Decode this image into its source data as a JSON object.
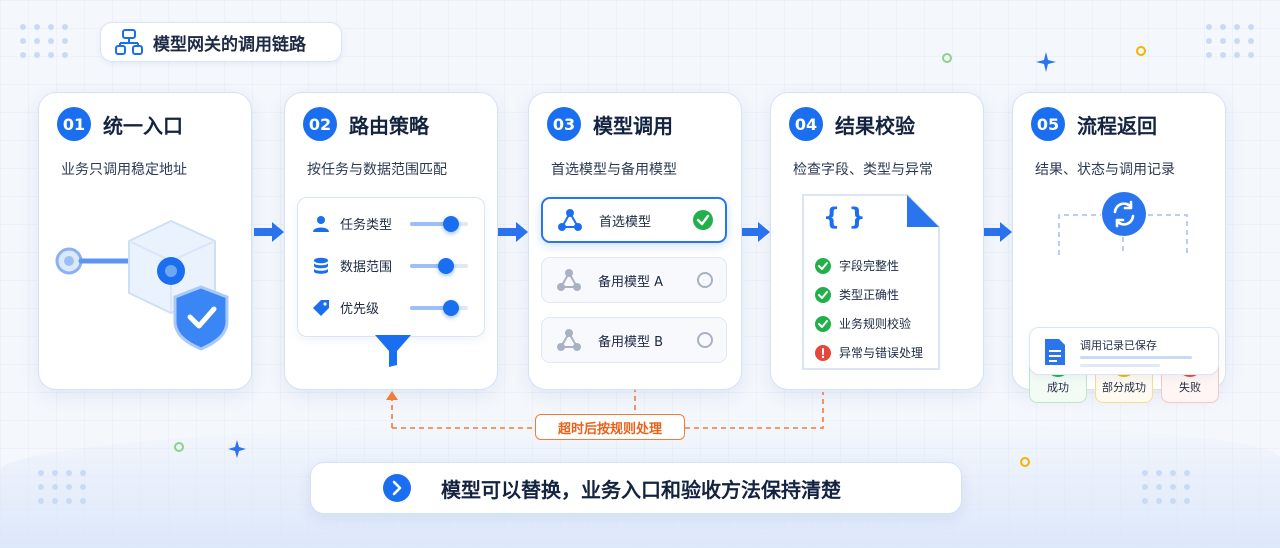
{
  "title": "模型网关的调用链路",
  "steps": [
    {
      "num": "01",
      "title": "统一入口",
      "subtitle": "业务只调用稳定地址"
    },
    {
      "num": "02",
      "title": "路由策略",
      "subtitle": "按任务与数据范围匹配"
    },
    {
      "num": "03",
      "title": "模型调用",
      "subtitle": "首选模型与备用模型"
    },
    {
      "num": "04",
      "title": "结果校验",
      "subtitle": "检查字段、类型与异常"
    },
    {
      "num": "05",
      "title": "流程返回",
      "subtitle": "结果、状态与调用记录"
    }
  ],
  "routing": {
    "items": [
      {
        "label": "任务类型",
        "icon": "user-icon",
        "level": 0.7
      },
      {
        "label": "数据范围",
        "icon": "database-icon",
        "level": 0.62
      },
      {
        "label": "优先级",
        "icon": "tag-icon",
        "level": 0.7
      }
    ]
  },
  "models": {
    "primary": "首选模型",
    "backup_a": "备用模型 A",
    "backup_b": "备用模型 B"
  },
  "validation": {
    "braces": "{ }",
    "items": [
      {
        "label": "字段完整性",
        "status": "ok"
      },
      {
        "label": "类型正确性",
        "status": "ok"
      },
      {
        "label": "业务规则校验",
        "status": "ok"
      },
      {
        "label": "异常与错误处理",
        "status": "error"
      }
    ]
  },
  "results": {
    "success": "成功",
    "partial": "部分成功",
    "failure": "失败",
    "log_saved": "调用记录已保存"
  },
  "timeout_label": "超时后按规则处理",
  "footer": "模型可以替换，业务入口和验收方法保持清楚",
  "colors": {
    "accent": "#1a6ff0",
    "success": "#22b04b",
    "warning": "#f5b400",
    "error": "#e5483a",
    "timeout": "#f07c3a"
  }
}
